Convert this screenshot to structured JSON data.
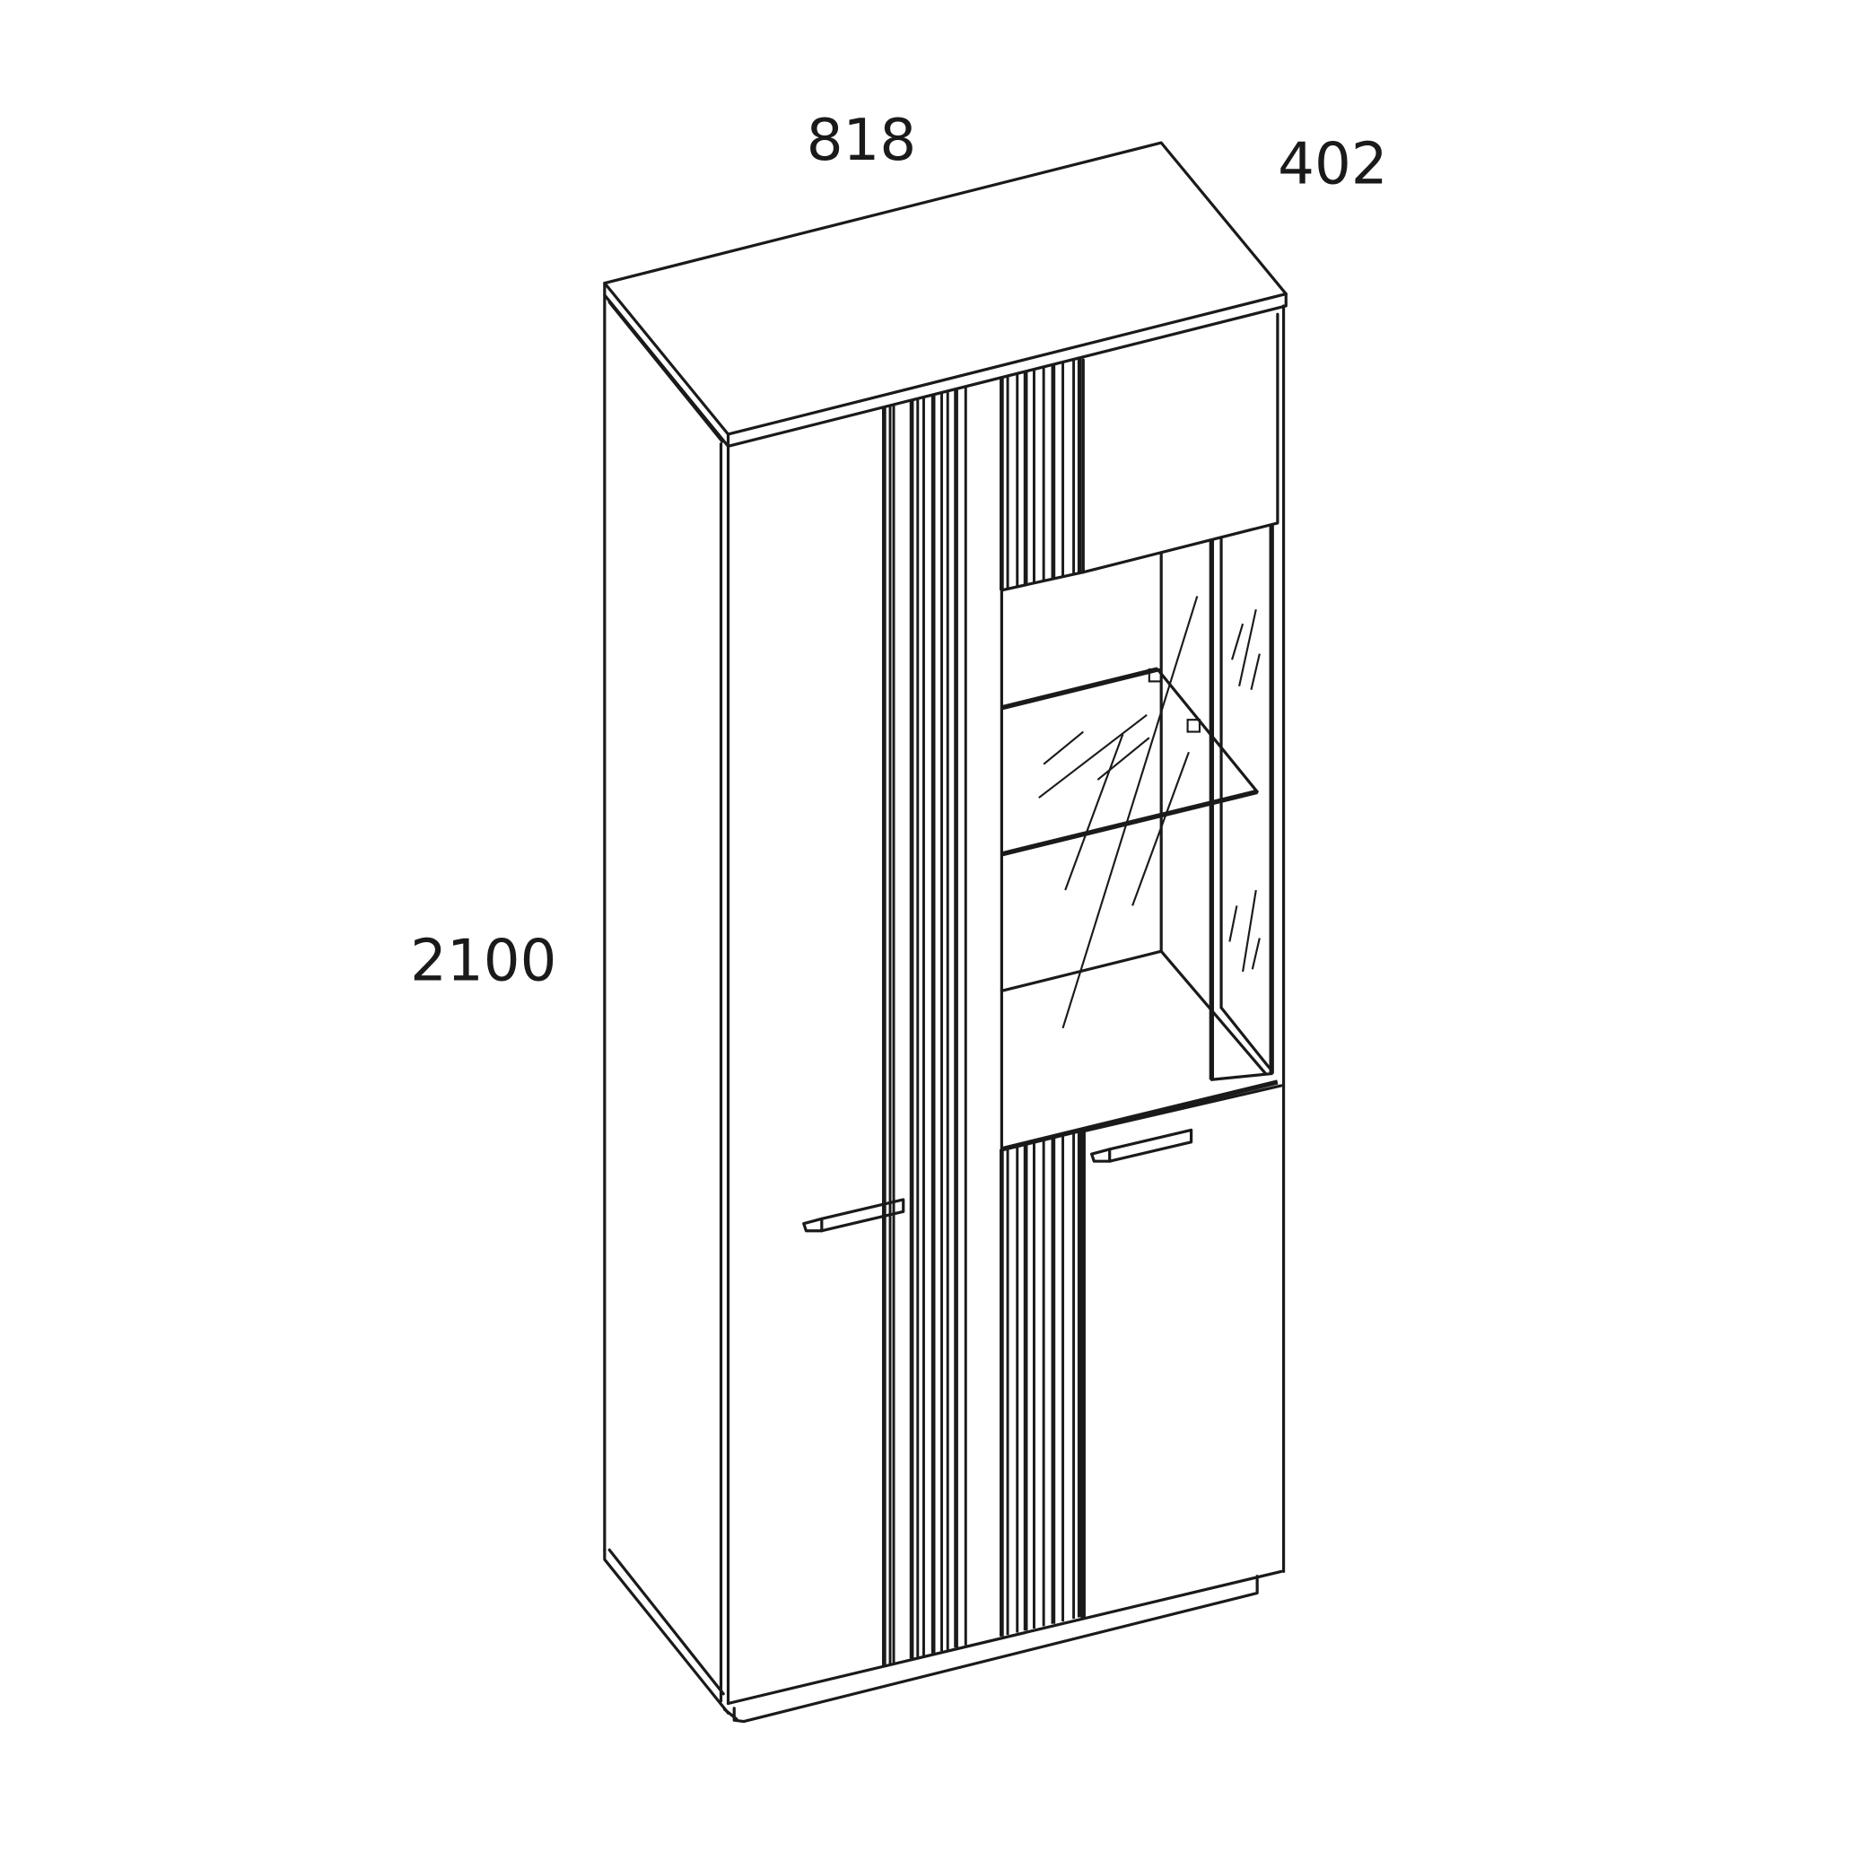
{
  "dimensions": {
    "width": "818",
    "depth": "402",
    "height": "2100"
  },
  "colors": {
    "line": "#1a1a1a",
    "background": "#ffffff"
  }
}
